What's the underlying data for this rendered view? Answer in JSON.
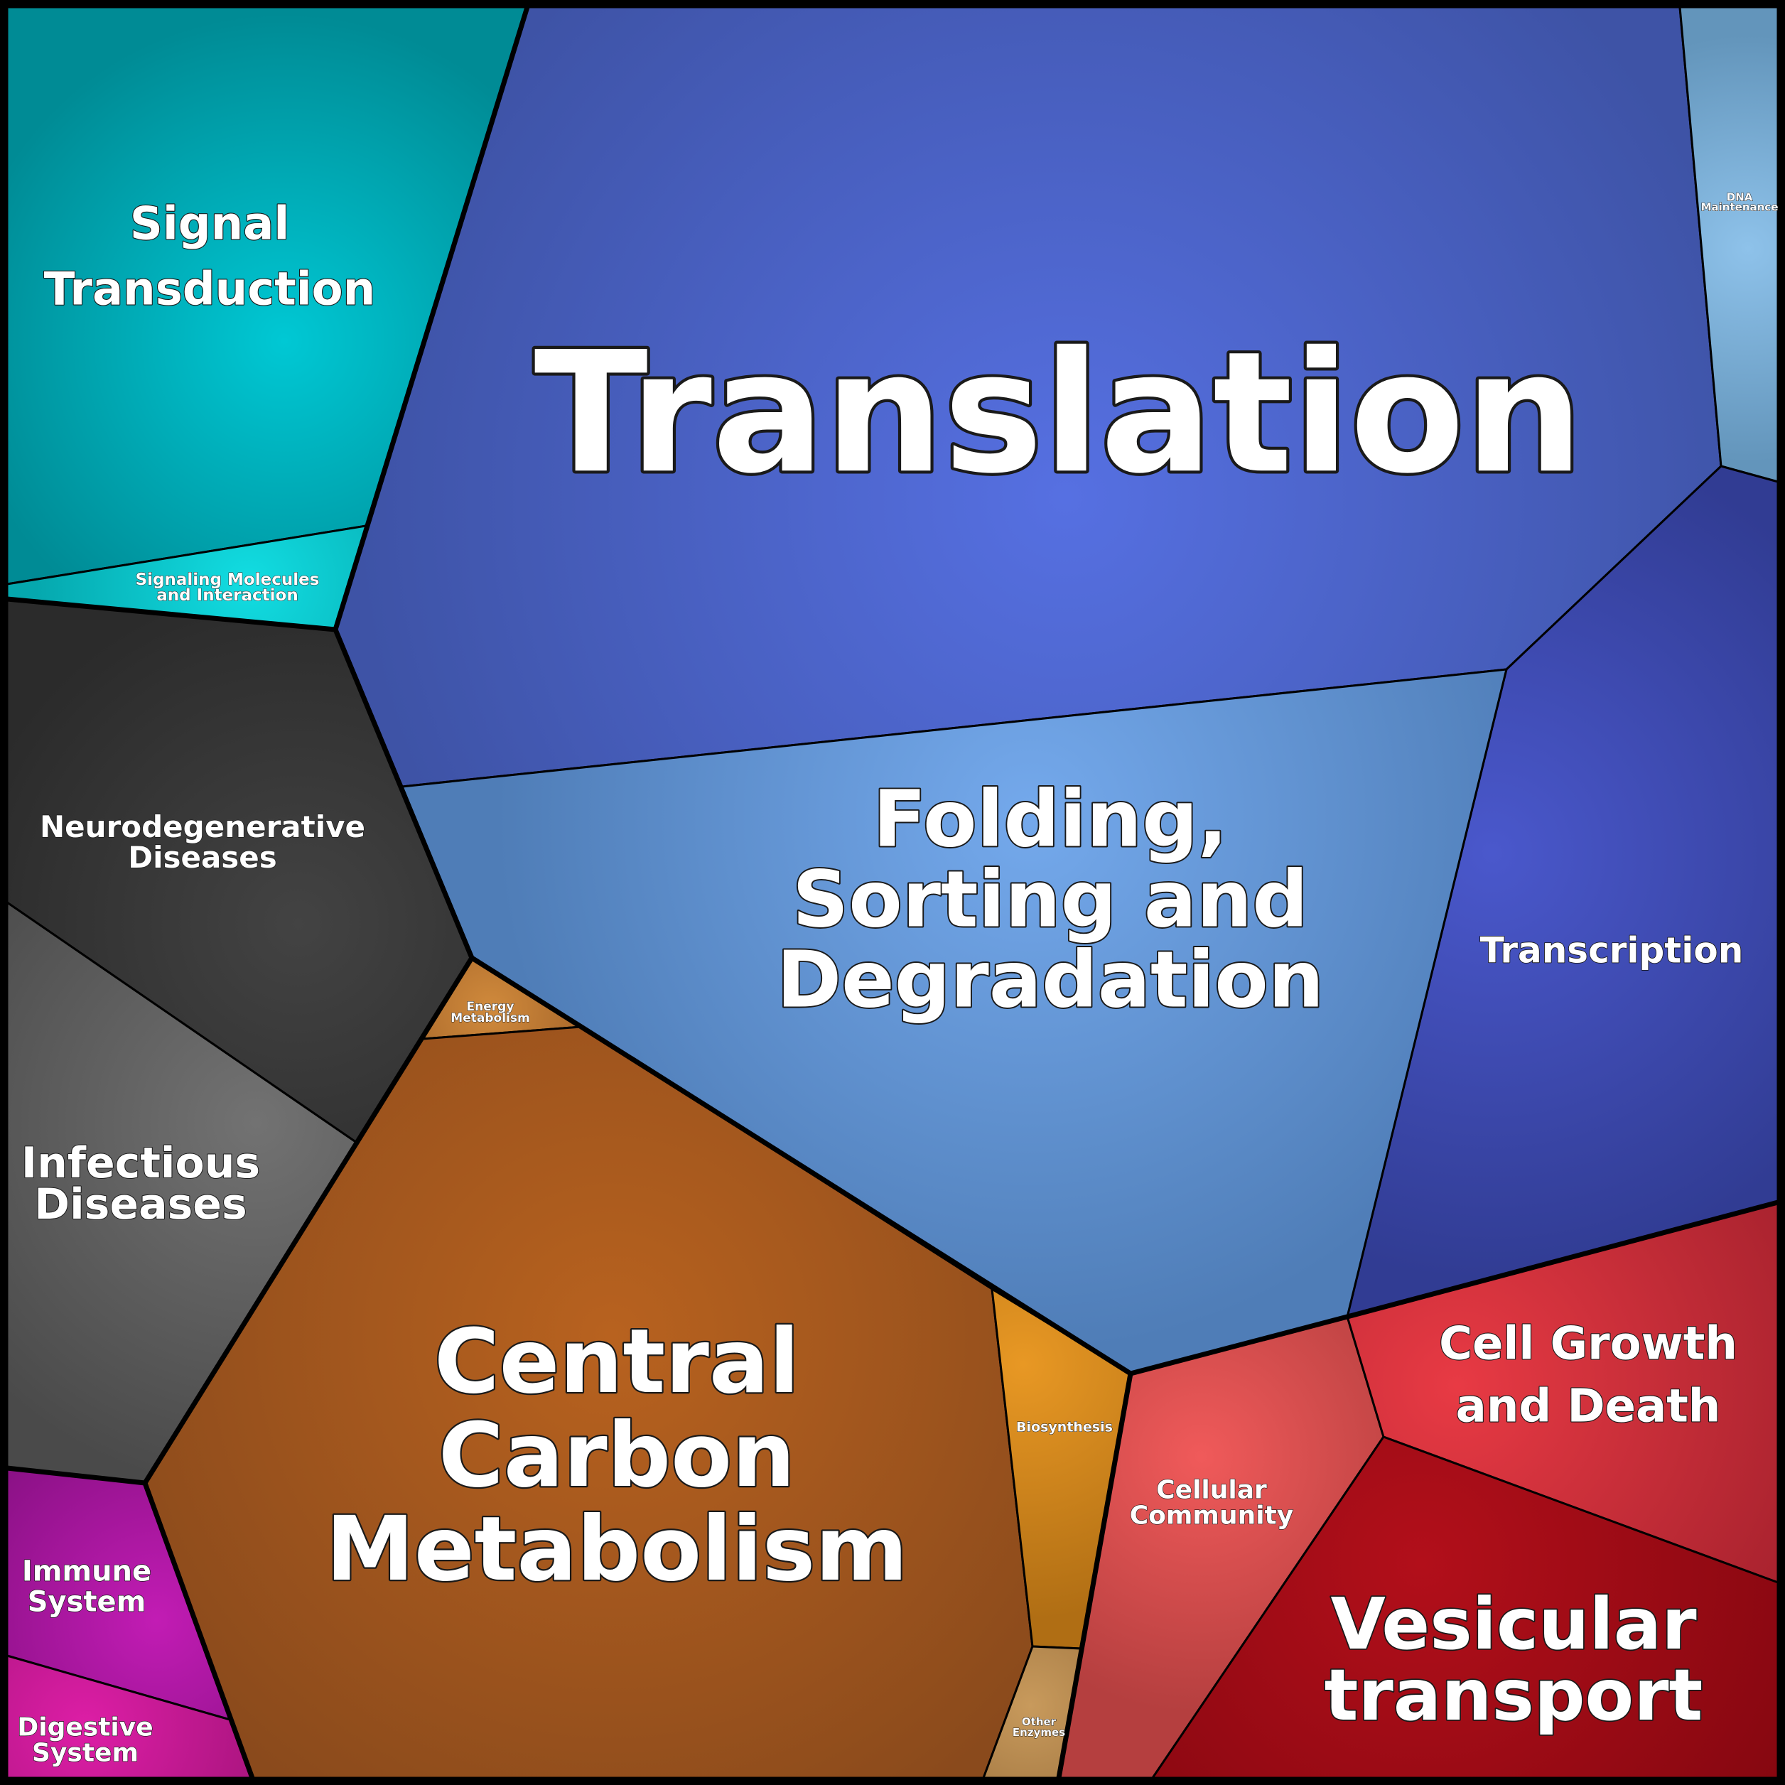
{
  "diagram": {
    "cells": [
      {
        "id": "translation",
        "label_lines": [
          "Translation"
        ],
        "colors": [
          "#5670e2",
          "#3e53a6"
        ]
      },
      {
        "id": "signal-transduction",
        "label_lines": [
          "Signal",
          "Transduction"
        ],
        "colors": [
          "#00c8d4",
          "#008b95"
        ]
      },
      {
        "id": "signaling-molecules",
        "label_lines": [
          "Signaling Molecules",
          "and Interaction"
        ],
        "colors": [
          "#12dde2",
          "#05a8ae"
        ]
      },
      {
        "id": "dna-maintenance",
        "label_lines": [
          "DNA",
          "Maintenance"
        ],
        "colors": [
          "#8ec2ea",
          "#6395bb"
        ]
      },
      {
        "id": "transcription",
        "label_lines": [
          "Transcription"
        ],
        "colors": [
          "#4a58cc",
          "#313c93"
        ]
      },
      {
        "id": "folding-sorting-degradation",
        "label_lines": [
          "Folding,",
          "Sorting and",
          "Degradation"
        ],
        "colors": [
          "#74a9ec",
          "#4f7db7"
        ]
      },
      {
        "id": "neurodegenerative-diseases",
        "label_lines": [
          "Neurodegenerative",
          "Diseases"
        ],
        "colors": [
          "#434343",
          "#2b2b2b"
        ]
      },
      {
        "id": "infectious-diseases",
        "label_lines": [
          "Infectious",
          "Diseases"
        ],
        "colors": [
          "#727272",
          "#4a4a4a"
        ]
      },
      {
        "id": "energy-metabolism",
        "label_lines": [
          "Energy",
          "Metabolism"
        ],
        "colors": [
          "#d08a3c",
          "#a8672a"
        ]
      },
      {
        "id": "central-carbon-metabolism",
        "label_lines": [
          "Central",
          "Carbon",
          "Metabolism"
        ],
        "colors": [
          "#b8621f",
          "#8a4a1c"
        ]
      },
      {
        "id": "biosynthesis",
        "label_lines": [
          "Biosynthesis"
        ],
        "colors": [
          "#e89824",
          "#b06e14"
        ]
      },
      {
        "id": "other-enzymes",
        "label_lines": [
          "Other",
          "Enzymes"
        ],
        "colors": [
          "#c89a5c",
          "#a07540"
        ]
      },
      {
        "id": "immune-system",
        "label_lines": [
          "Immune",
          "System"
        ],
        "colors": [
          "#c21cb4",
          "#861082"
        ]
      },
      {
        "id": "digestive-system",
        "label_lines": [
          "Digestive",
          "System"
        ],
        "colors": [
          "#dd1ea6",
          "#a11378"
        ]
      },
      {
        "id": "cellular-community",
        "label_lines": [
          "Cellular",
          "Community"
        ],
        "colors": [
          "#f05a5a",
          "#b53f3f"
        ]
      },
      {
        "id": "cell-growth-and-death",
        "label_lines": [
          "Cell Growth",
          "and Death"
        ],
        "colors": [
          "#e83a44",
          "#a5212d"
        ]
      },
      {
        "id": "vesicular-transport",
        "label_lines": [
          "Vesicular",
          "transport"
        ],
        "colors": [
          "#b20f1a",
          "#850710"
        ]
      }
    ]
  }
}
